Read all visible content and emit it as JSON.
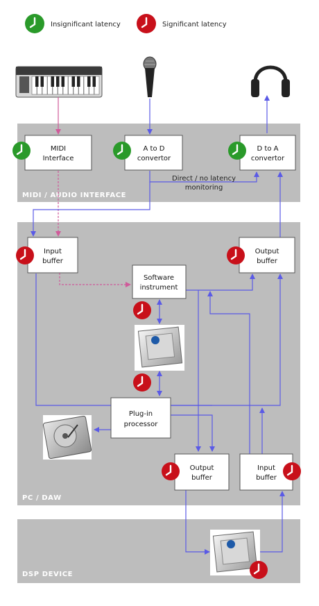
{
  "legend": {
    "insignificant": "Insignificant latency",
    "significant": "Significant latency"
  },
  "colors": {
    "panel": "#bdbdbd",
    "insignificant": "#2a9a2a",
    "significant": "#c8101a",
    "audio_line": "#5a5ae6",
    "midi_line": "#d05a9a"
  },
  "sections": {
    "interface": "MIDI / AUDIO INTERFACE",
    "pc": "PC / DAW",
    "dsp": "DSP DEVICE"
  },
  "boxes": {
    "midi_interface": [
      "MIDI",
      "Interface"
    ],
    "a_to_d": [
      "A to D",
      "convertor"
    ],
    "d_to_a": [
      "D to A",
      "convertor"
    ],
    "input_buffer": [
      "Input",
      "buffer"
    ],
    "output_buffer_top": [
      "Output",
      "buffer"
    ],
    "software_instrument": [
      "Software",
      "instrument"
    ],
    "plugin_processor": [
      "Plug-in",
      "processor"
    ],
    "output_buffer_bottom": [
      "Output",
      "buffer"
    ],
    "input_buffer_bottom": [
      "Input",
      "buffer"
    ]
  },
  "monitoring_label": [
    "Direct / no latency",
    "monitoring"
  ],
  "devices": {
    "keyboard": "midi-keyboard",
    "microphone": "microphone",
    "headphones": "headphones",
    "cpu": "intel-core-2-extreme-chip",
    "hard_drive": "hard-drive"
  }
}
